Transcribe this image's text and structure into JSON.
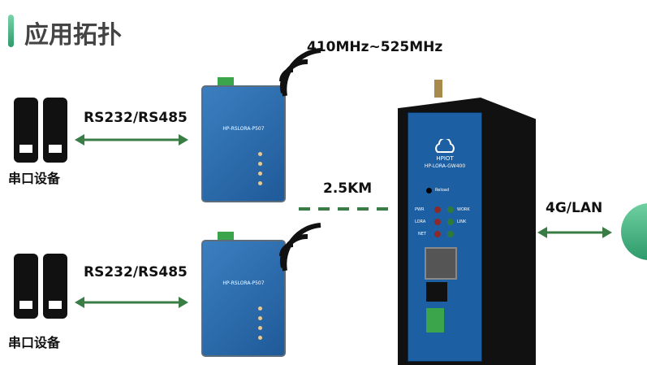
{
  "title": "应用拓扑",
  "devices": [
    {
      "label": "串口设备",
      "link": "RS232/RS485",
      "node_model": "HP-RSLORA-P507"
    },
    {
      "label": "串口设备",
      "link": "RS232/RS485",
      "node_model": "HP-RSLORA-P507"
    }
  ],
  "frequency": "410MHz~525MHz",
  "distance": "2.5KM",
  "gateway": {
    "brand": "HPIOT",
    "model": "HP-LORA-GW400",
    "reload": "Reload",
    "leds": [
      "PWR",
      "WORK",
      "LORA",
      "LINK",
      "NET"
    ]
  },
  "uplink": "4G/LAN",
  "colors": {
    "accent": "#3a7d44",
    "title_bar": "#2e9a6b",
    "device_blue": "#1f5a99"
  }
}
